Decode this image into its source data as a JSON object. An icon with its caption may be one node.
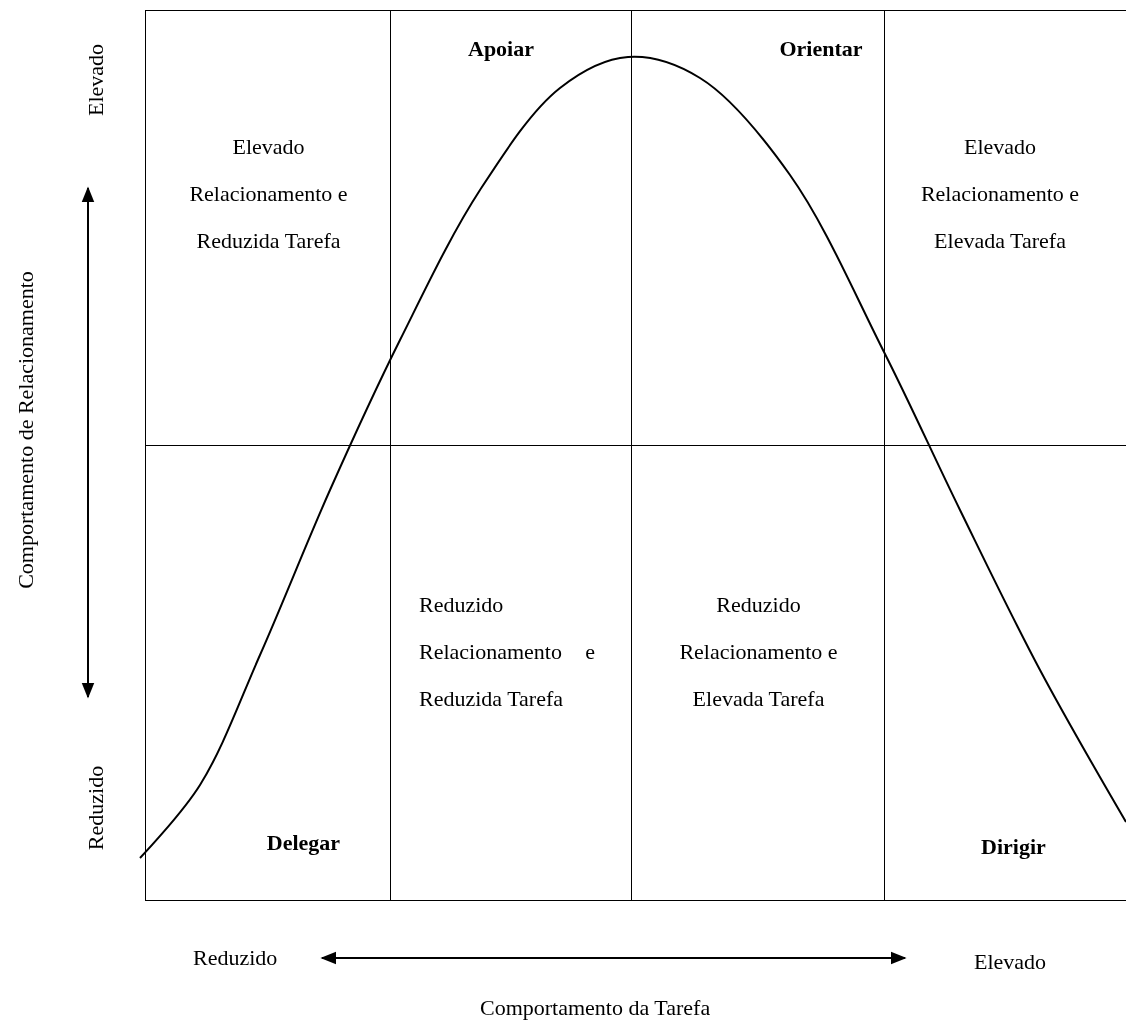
{
  "diagram": {
    "nodes": [
      {
        "text": [
          "Elevado Relacionamento e Reduzida Tarefa"
        ]
      },
      {
        "text": [
          "Apoiar"
        ]
      },
      {
        "text": [
          "Orientar"
        ]
      },
      {
        "text": [
          "Elevado Relacionamento e Elevada Tarefa"
        ]
      },
      {
        "text": [
          "Delegar"
        ]
      },
      {
        "text": [
          "Reduzido Relacionamento e Reduzida Tarefa"
        ]
      },
      {
        "text": [
          "Reduzido Relacionamento e Elevada Tarefa"
        ]
      },
      {
        "text": [
          "Dirigir"
        ]
      }
    ],
    "labels": [
      "Elevado",
      "Comportamento de Relacionamento",
      "Reduzido",
      "Reduzido",
      "Elevado",
      "Comportamento da Tarefa"
    ]
  }
}
